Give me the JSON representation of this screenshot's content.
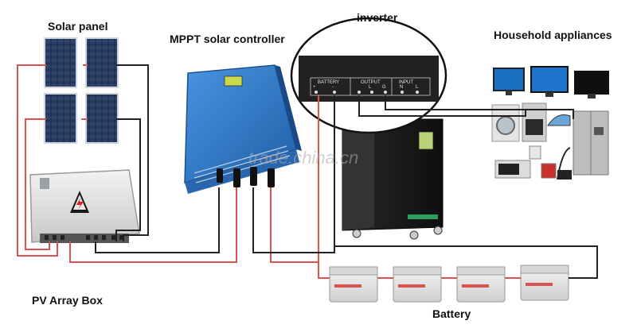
{
  "labels": {
    "solar_panel": "Solar panel",
    "mppt_controller": "MPPT solar controller",
    "inverter": "inverter",
    "household": "Household appliances",
    "pv_array_box": "PV Array Box",
    "battery": "Battery"
  },
  "inverter_panel": {
    "battery": "BATTERY",
    "output": "OUTPUT",
    "input": "INPUT",
    "terminals": [
      "+",
      "-",
      "L",
      "G",
      "N",
      "L"
    ]
  },
  "watermark": "trade.china.cn",
  "colors": {
    "wire_red": "#d9534f",
    "wire_black": "#222222",
    "controller_blue": "#2e78c8",
    "inverter_body": "#1b1b1b",
    "battery_body": "#e9e9e9",
    "solar_cell": "#1f2e4a"
  },
  "icons": [
    "solar-panel",
    "pv-array-box",
    "mppt-controller",
    "inverter",
    "appliance-group",
    "battery"
  ]
}
